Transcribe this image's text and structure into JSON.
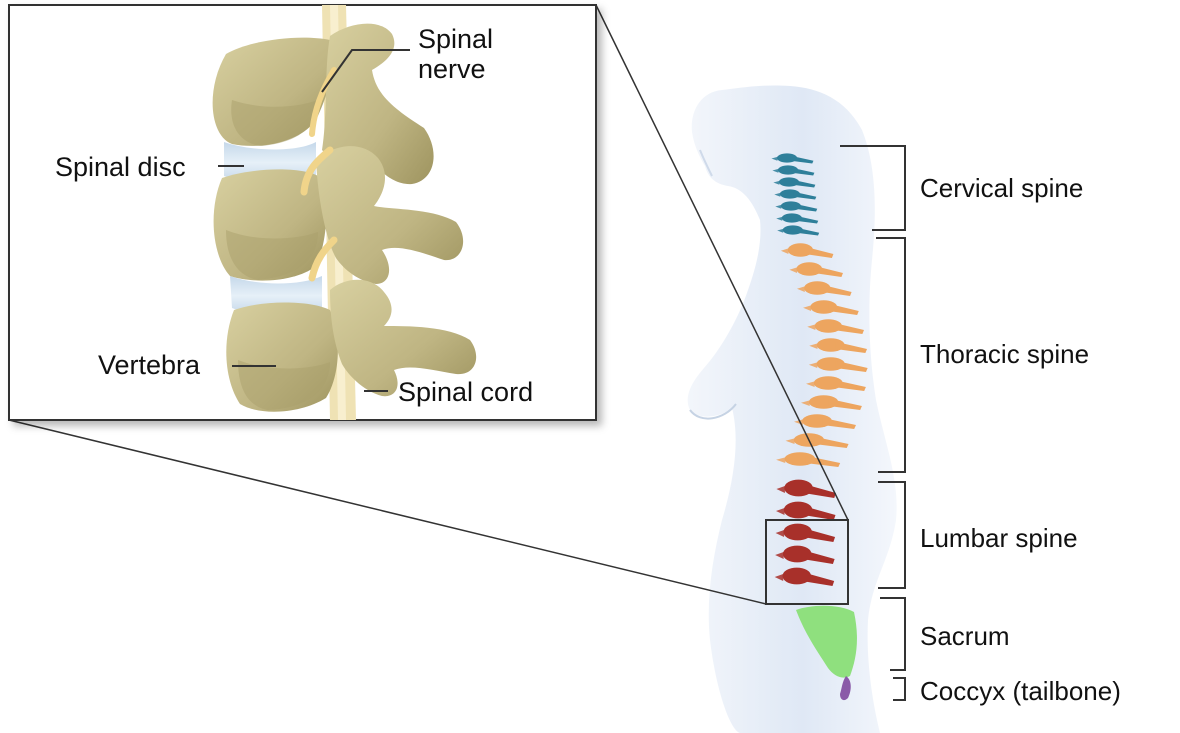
{
  "inset_labels": {
    "spinal_nerve": "Spinal\nnerve",
    "spinal_disc": "Spinal disc",
    "vertebra": "Vertebra",
    "spinal_cord": "Spinal cord"
  },
  "regions": [
    {
      "key": "cervical",
      "label": "Cervical spine",
      "color": "#2e7f9a"
    },
    {
      "key": "thoracic",
      "label": "Thoracic spine",
      "color": "#eda55f"
    },
    {
      "key": "lumbar",
      "label": "Lumbar spine",
      "color": "#a8302a"
    },
    {
      "key": "sacrum",
      "label": "Sacrum",
      "color": "#8fe07e"
    },
    {
      "key": "coccyx",
      "label": "Coccyx (tailbone)",
      "color": "#8a5aa8"
    }
  ],
  "colors": {
    "bone": "#c9c08e",
    "bone_shade": "#a99f6e",
    "disc": "#d7e7f2",
    "cord": "#efe2b4",
    "nerve": "#f0d48a",
    "body": "#e1eaf6",
    "frame": "#333333"
  }
}
